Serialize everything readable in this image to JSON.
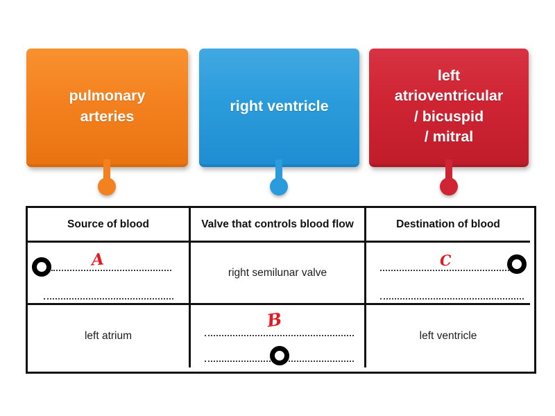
{
  "page": {
    "background": "#ffffff"
  },
  "cards": [
    {
      "label": "pulmonary\narteries",
      "color_main": "#f4811f",
      "color_top": "#f8922e",
      "color_bottom": "#e97311"
    },
    {
      "label": "right ventricle",
      "color_main": "#2b9cdb",
      "color_top": "#41a8e2",
      "color_bottom": "#1f8ed2"
    },
    {
      "label": "left\natrioventricular\n/ bicuspid\n/ mitral",
      "color_main": "#cf2433",
      "color_top": "#d73342",
      "color_bottom": "#c01d2b"
    }
  ],
  "table": {
    "headers": [
      "Source of blood",
      "Valve that controls blood flow",
      "Destination of blood"
    ],
    "cells": {
      "r1c1": {
        "kind": "blank",
        "letter": "A"
      },
      "r1c2": {
        "kind": "text",
        "text": "right semilunar valve"
      },
      "r1c3": {
        "kind": "blank",
        "letter": "C"
      },
      "r2c1": {
        "kind": "text",
        "text": "left atrium"
      },
      "r2c2": {
        "kind": "blank",
        "letter": "B"
      },
      "r2c3": {
        "kind": "text",
        "text": "left ventricle"
      }
    }
  },
  "colors": {
    "letter_red": "#e11b24",
    "table_border": "#111111",
    "target_ring": "#000000"
  }
}
